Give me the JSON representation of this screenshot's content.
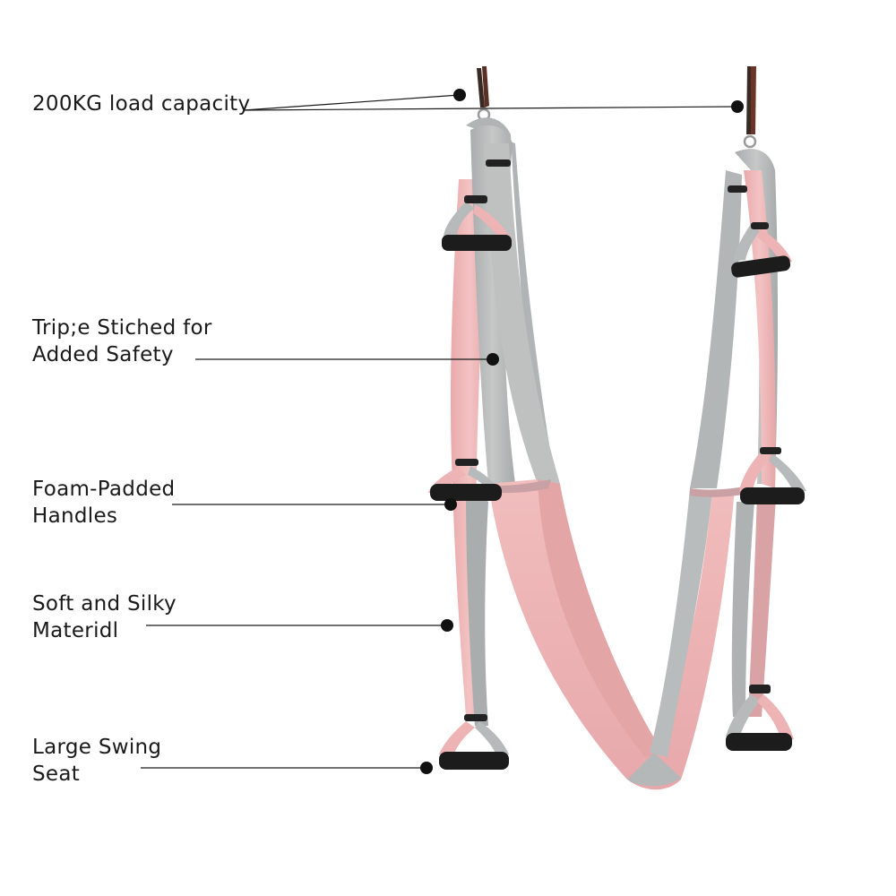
{
  "callouts": [
    {
      "id": "load",
      "lines": [
        "200KG load capacity"
      ]
    },
    {
      "id": "stitch",
      "lines": [
        "Trip;e Stiched for",
        "Added Safety"
      ]
    },
    {
      "id": "handles",
      "lines": [
        "Foam-Padded",
        "Handles"
      ]
    },
    {
      "id": "material",
      "lines": [
        "Soft and Silky",
        "Materidl"
      ]
    },
    {
      "id": "seat",
      "lines": [
        "Large Swing",
        "Seat"
      ]
    }
  ],
  "colors": {
    "background": "#ffffff",
    "fabric_gray": "#b9bcbc",
    "fabric_pink": "#efb9b9",
    "handle": "#1c1c1c",
    "leader_line": "#1a1a1a",
    "strap": "#3a2a24"
  }
}
